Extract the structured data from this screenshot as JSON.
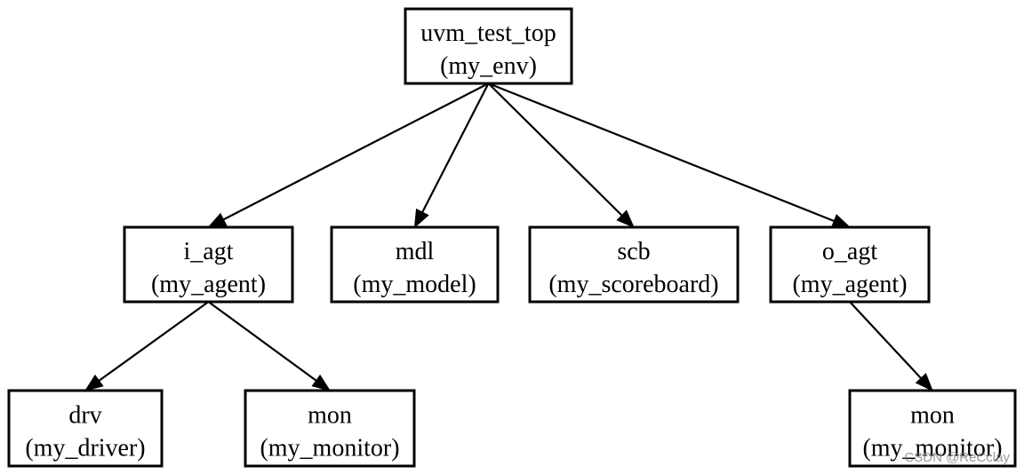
{
  "diagram": {
    "nodes": [
      {
        "id": "uvm_test_top",
        "name": "uvm_test_top",
        "type": "(my_env)"
      },
      {
        "id": "i_agt",
        "name": "i_agt",
        "type": "(my_agent)"
      },
      {
        "id": "mdl",
        "name": "mdl",
        "type": "(my_model)"
      },
      {
        "id": "scb",
        "name": "scb",
        "type": "(my_scoreboard)"
      },
      {
        "id": "o_agt",
        "name": "o_agt",
        "type": "(my_agent)"
      },
      {
        "id": "i_drv",
        "name": "drv",
        "type": "(my_driver)"
      },
      {
        "id": "i_mon",
        "name": "mon",
        "type": "(my_monitor)"
      },
      {
        "id": "o_mon",
        "name": "mon",
        "type": "(my_monitor)"
      }
    ],
    "edges": [
      {
        "from": "uvm_test_top",
        "to": "i_agt"
      },
      {
        "from": "uvm_test_top",
        "to": "mdl"
      },
      {
        "from": "uvm_test_top",
        "to": "scb"
      },
      {
        "from": "uvm_test_top",
        "to": "o_agt"
      },
      {
        "from": "i_agt",
        "to": "i_drv"
      },
      {
        "from": "i_agt",
        "to": "i_mon"
      },
      {
        "from": "o_agt",
        "to": "o_mon"
      }
    ]
  },
  "watermark": "CSDN @ReCclay"
}
